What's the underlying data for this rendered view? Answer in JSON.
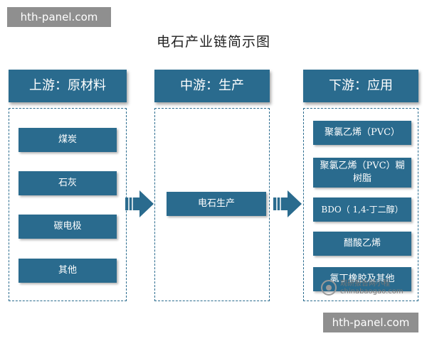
{
  "watermark": "hth-panel.com",
  "title": "电石产业链简示图",
  "columns": [
    {
      "header": "上游：原材料",
      "items": [
        "煤炭",
        "石灰",
        "碳电极",
        "其他"
      ]
    },
    {
      "header": "中游：生产",
      "items": [
        "电石生产"
      ]
    },
    {
      "header": "下游：应用",
      "items": [
        "聚氯乙烯（PVC）",
        "聚氯乙烯（PVC）糊树脂",
        "BDO（ 1,4-丁二醇）",
        "醋酸乙烯",
        "氯丁橡胶及其他"
      ]
    }
  ],
  "stamp": {
    "line1": "观研报告网小程",
    "line2": "chinabaogao.com"
  },
  "colors": {
    "primary": "#2a6b8e",
    "watermark_bg": "#8f8f8f"
  }
}
